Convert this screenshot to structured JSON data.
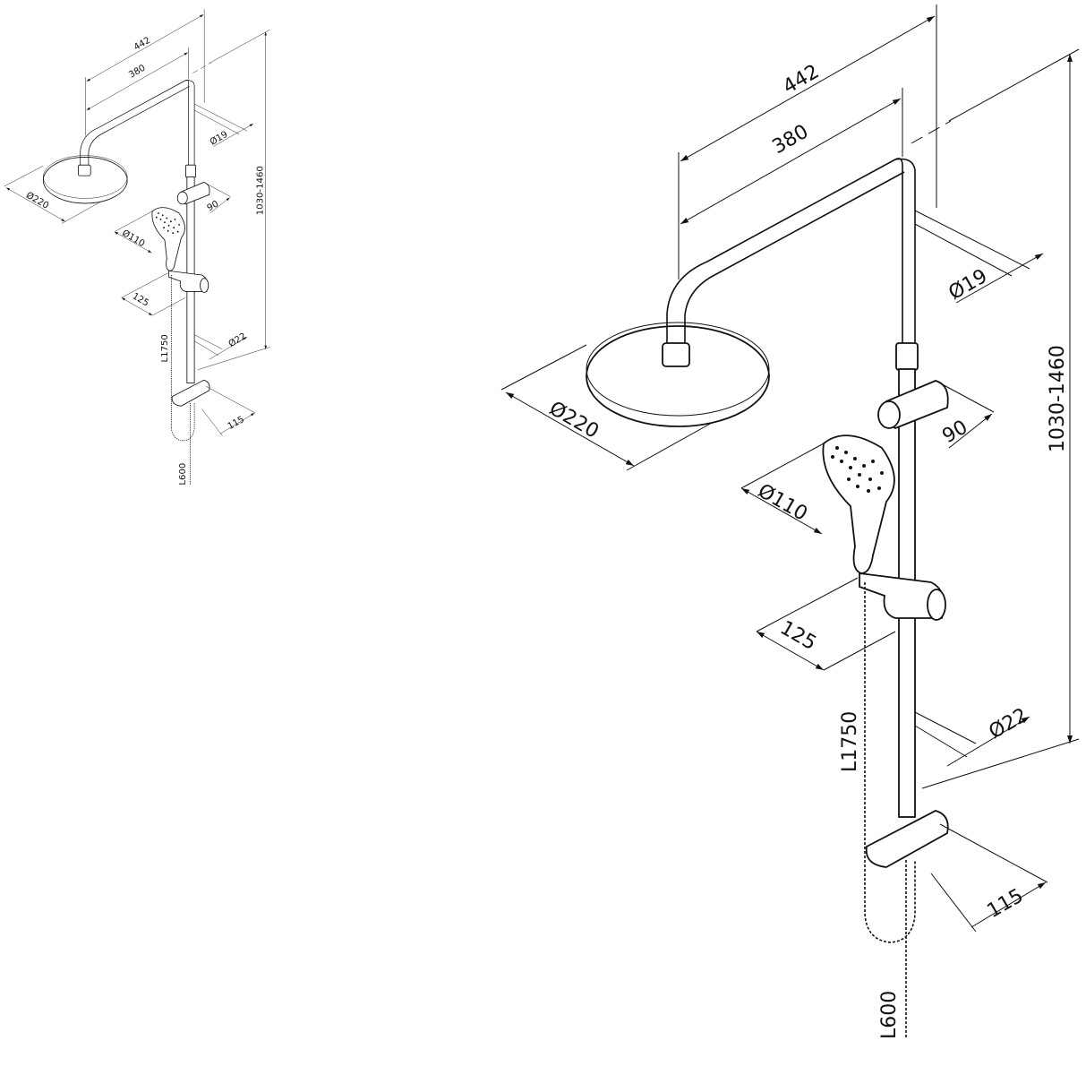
{
  "drawing": {
    "title": "Shower system dimensional drawing",
    "dimensions": {
      "arm_total": "442",
      "arm_reach": "380",
      "pipe_diameter_top": "Ø19",
      "head_diameter": "Ø220",
      "holder_offset": "90",
      "hand_shower_diameter": "Ø110",
      "hand_holder_offset": "125",
      "height_range": "1030-1460",
      "hose_length": "L1750",
      "pipe_diameter_bottom": "Ø22",
      "bottom_offset": "115",
      "lower_hose_length": "L600"
    },
    "line_color": "#111111"
  }
}
